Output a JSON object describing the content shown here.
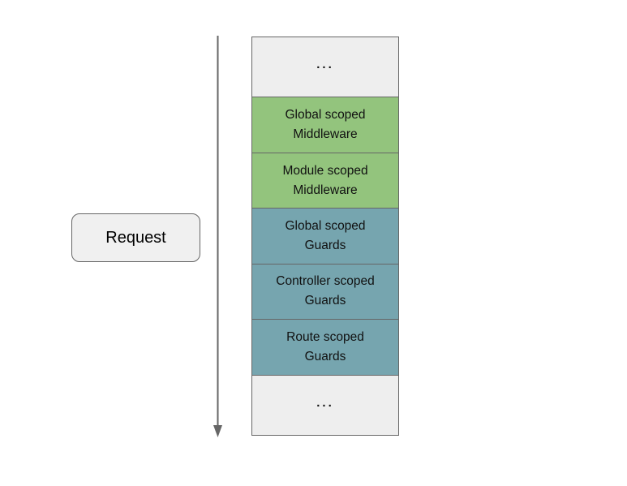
{
  "diagram": {
    "request_label": "Request",
    "colors": {
      "background": "#ffffff",
      "box_border": "#666666",
      "arrow": "#666666",
      "gray_fill": "#eeeeee",
      "middleware_green": "#93c47d",
      "guards_teal": "#76a5af",
      "request_fill": "#f0f0f0",
      "text": "#111111"
    },
    "stack": {
      "rows": [
        {
          "label": "...",
          "category": "ellipsis",
          "fill": "#eeeeee"
        },
        {
          "label": "Global scoped\nMiddleware",
          "category": "middleware",
          "fill": "#93c47d"
        },
        {
          "label": "Module scoped\nMiddleware",
          "category": "middleware",
          "fill": "#93c47d"
        },
        {
          "label": "Global scoped\nGuards",
          "category": "guards",
          "fill": "#76a5af"
        },
        {
          "label": "Controller scoped\nGuards",
          "category": "guards",
          "fill": "#76a5af"
        },
        {
          "label": "Route scoped\nGuards",
          "category": "guards",
          "fill": "#76a5af"
        },
        {
          "label": "...",
          "category": "ellipsis",
          "fill": "#eeeeee"
        }
      ]
    }
  }
}
